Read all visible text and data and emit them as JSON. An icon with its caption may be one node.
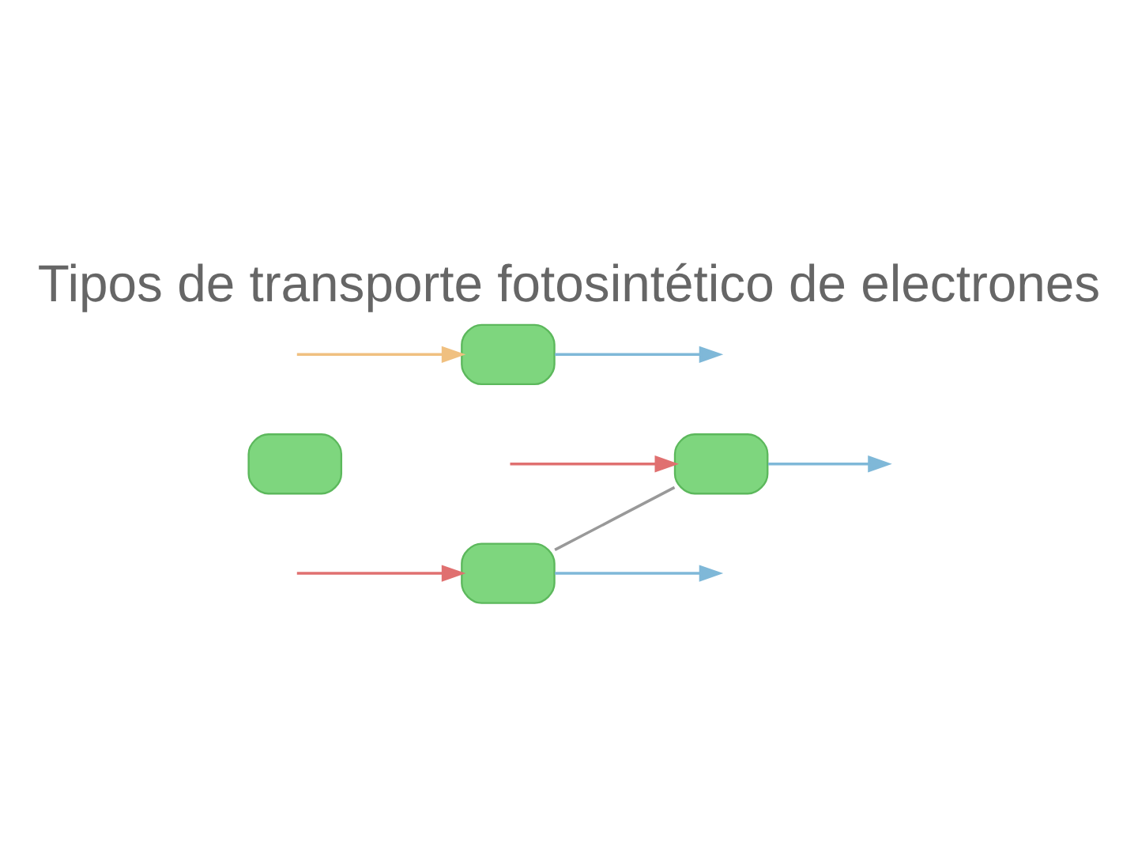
{
  "diagram": {
    "title": "Tipos de transporte fotosintético de electrones",
    "nodes": [
      {
        "text": [],
        "shape": "box"
      },
      {
        "text": [],
        "shape": "box"
      },
      {
        "text": [],
        "shape": "box"
      },
      {
        "text": [],
        "shape": "box"
      }
    ],
    "edges": [
      {
        "from": 0,
        "to": 2,
        "arrow": "none"
      },
      {
        "from": null,
        "to": 0,
        "arrow": "to",
        "color": "#e07070"
      },
      {
        "from": 0,
        "to": null,
        "arrow": "to",
        "color": "#7fb8d8"
      },
      {
        "from": null,
        "to": 2,
        "arrow": "to",
        "color": "#e07070"
      },
      {
        "from": 2,
        "to": null,
        "arrow": "to",
        "color": "#7fb8d8"
      },
      {
        "from": null,
        "to": 3,
        "arrow": "to",
        "color": "#f0c080"
      },
      {
        "from": 3,
        "to": null,
        "arrow": "to",
        "color": "#7fb8d8"
      }
    ]
  }
}
